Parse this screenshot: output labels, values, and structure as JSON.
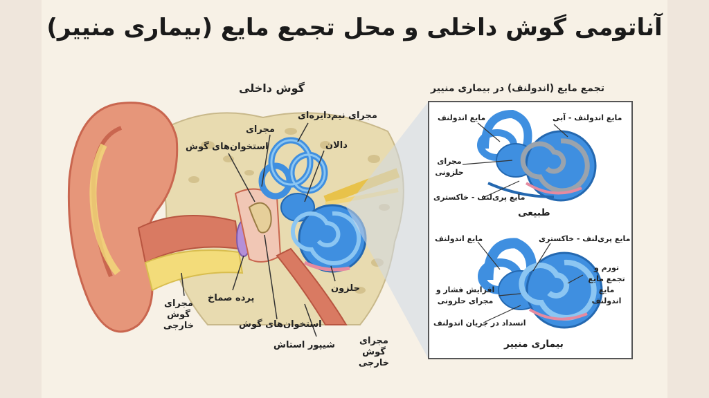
{
  "title": "آناتومی گوش داخلی و محل تجمع مایع (بیماری منییر)",
  "left": {
    "heading": "گوش داخلی",
    "labels": {
      "semicircular": "مجرای نیم‌دایره‌ای",
      "canal": "مجرای",
      "ossicles_top": "استخوان‌های گوش",
      "vestibule": "دالان",
      "cochlea": "حلزون",
      "eardrum": "پرده صماخ",
      "ear_canal_left": "مجرای گوش خارجی",
      "ossicles_bottom": "استخوان‌های گوش",
      "eustachian": "شیپور استاش",
      "ear_canal_right": "مجرای گوش خارجی"
    }
  },
  "right": {
    "heading": "تجمع مایع (اندولنف) در بیماری منییر",
    "normal": {
      "caption": "طبیعی",
      "endolymph": "مایع اندولنف",
      "endolymph_blue": "مایع اندولنف - آبی",
      "cochlear_duct": "مجرای حلزونی",
      "perilymph_gray": "مایع پری‌لنف - خاکستری"
    },
    "meniere": {
      "caption": "بیماری منییر",
      "endolymph": "مایع اندولنف",
      "perilymph_gray": "مایع پری‌لنف - خاکستری",
      "swelling": "تورم و تجمع مایع مایع اندولنف",
      "pressure": "افزایش فشار و مجرای حلزونی",
      "blockage": "انسداد در جریان اندولنف"
    }
  },
  "colors": {
    "skin": "#e6967a",
    "skin_dark": "#c9664f",
    "bone": "#e8dbb0",
    "fat": "#f3dc7a",
    "blue": "#3f8fe0",
    "blue_light": "#8cc6f2",
    "nerve": "#e8c24a",
    "purple": "#b48fd8"
  }
}
